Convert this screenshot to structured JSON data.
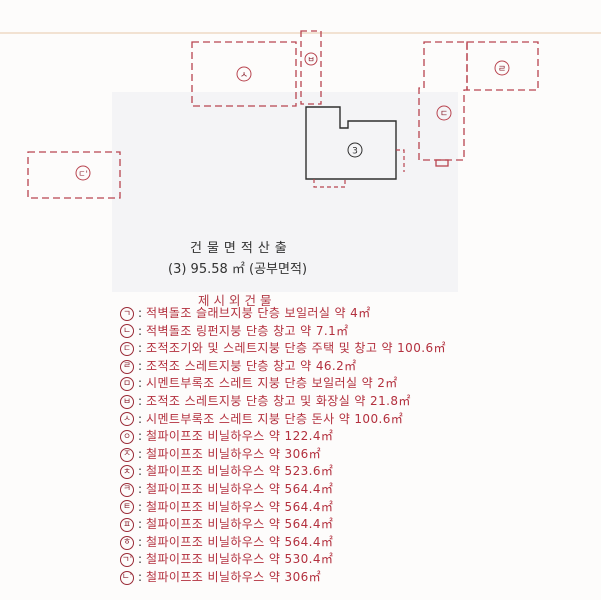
{
  "plan": {
    "buildings": [
      {
        "id": "s",
        "label": "ㅅ"
      },
      {
        "id": "b",
        "label": "ㅂ"
      },
      {
        "id": "r",
        "label": "ㄹ"
      },
      {
        "id": "d",
        "label": "ㄷ"
      },
      {
        "id": "main",
        "label": "3"
      },
      {
        "id": "dp",
        "label": "ㄷ'"
      }
    ]
  },
  "summary": {
    "title": "건물면적산출",
    "area": "(3) 95.58 ㎡ (공부면적)"
  },
  "excluded": {
    "title": "제시외건물",
    "items": [
      {
        "marker": "ㄱ",
        "text": "적벽돌조 슬래브지붕 단층 보일러실 약 4㎡"
      },
      {
        "marker": "ㄴ",
        "text": "적벽돌조 링펀지붕 단층 창고 약 7.1㎡"
      },
      {
        "marker": "ㄷ",
        "text": "조적조기와 및 스레트지붕 단층 주택 및 창고 약 100.6㎡"
      },
      {
        "marker": "ㄹ",
        "text": "조적조 스레트지붕 단층 창고 약 46.2㎡"
      },
      {
        "marker": "ㅁ",
        "text": "시멘트부록조 스레트 지붕 단층 보일러실 약 2㎡"
      },
      {
        "marker": "ㅂ",
        "text": "조적조 스레트지붕 단층 창고 및 화장실 약 21.8㎡"
      },
      {
        "marker": "ㅅ",
        "text": "시멘트부록조 스레트 지붕 단층 돈사 약 100.6㎡"
      },
      {
        "marker": "ㅇ",
        "text": "철파이프조 비닐하우스 약 122.4㎡"
      },
      {
        "marker": "ㅈ",
        "text": "철파이프조 비닐하우스 약 306㎡"
      },
      {
        "marker": "ㅊ",
        "text": "철파이프조 비닐하우스 약 523.6㎡"
      },
      {
        "marker": "ㅋ",
        "text": "철파이프조 비닐하우스 약 564.4㎡"
      },
      {
        "marker": "ㅌ",
        "text": "철파이프조 비닐하우스 약 564.4㎡"
      },
      {
        "marker": "ㅍ",
        "text": "철파이프조 비닐하우스 약 564.4㎡"
      },
      {
        "marker": "ㅎ",
        "text": "철파이프조 비닐하우스 약 564.4㎡"
      },
      {
        "marker": "ㄱ'",
        "text": "철파이프조 비닐하우스 약 530.4㎡"
      },
      {
        "marker": "ㄴ'",
        "text": "철파이프조 비닐하우스 약 306㎡"
      }
    ]
  }
}
